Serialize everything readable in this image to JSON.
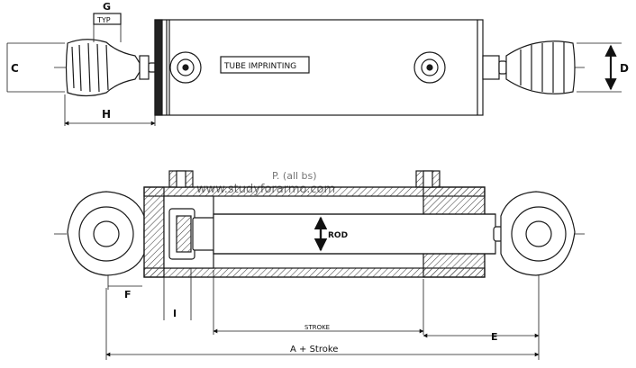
{
  "top_view": {
    "tube_label": "TUBE IMPRINTING",
    "dim_g": "G",
    "dim_typ": "TYP",
    "dim_c": "C",
    "dim_d": "D",
    "dim_h": "H"
  },
  "section_view": {
    "watermark_1": "P. (all bs)",
    "watermark_2": "www.studyforarmo.com",
    "rod_label": "ROD",
    "dim_f": "F",
    "dim_i": "I",
    "stroke_label": "STROKE",
    "dim_e": "E",
    "total_label": "A + Stroke"
  },
  "colors": {
    "line": "#1a1a1a",
    "paper": "#ffffff",
    "hatch": "#555555"
  }
}
